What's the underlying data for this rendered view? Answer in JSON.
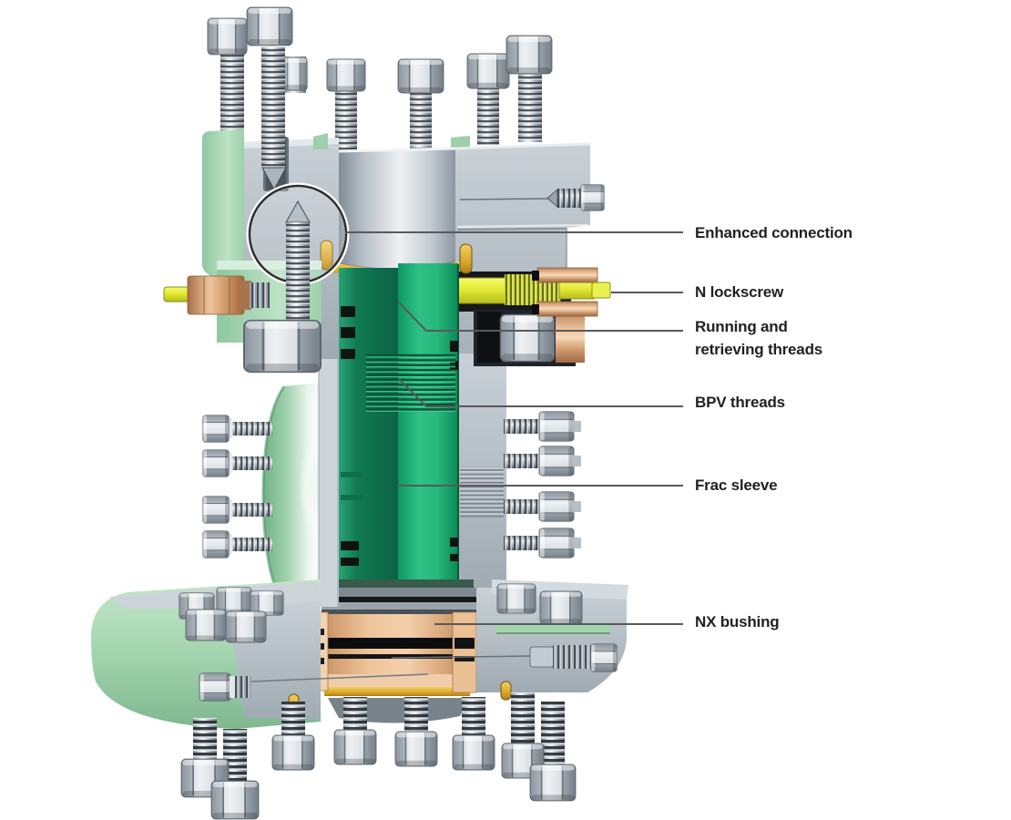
{
  "diagram": {
    "background": "#ffffff",
    "callouts": [
      {
        "id": "enhanced-connection",
        "text": "Enhanced connection"
      },
      {
        "id": "n-lockscrew",
        "text": "N lockscrew"
      },
      {
        "id": "running-retrieving-threads",
        "text": "Running and\nretrieving threads"
      },
      {
        "id": "bpv-threads",
        "text": "BPV threads"
      },
      {
        "id": "frac-sleeve",
        "text": "Frac sleeve"
      },
      {
        "id": "nx-bushing",
        "text": "NX bushing"
      }
    ],
    "colors": {
      "label_text": "#231f20",
      "leader_line": "#58595b",
      "steel": "#b9c2c9",
      "frac_sleeve_green": "#1fae75",
      "flange_green": "#a8d8b4",
      "bushing_copper": "#e2b286",
      "lockscrew_yellow": "#e3ea35",
      "seal_gold": "#d9a62c"
    }
  }
}
